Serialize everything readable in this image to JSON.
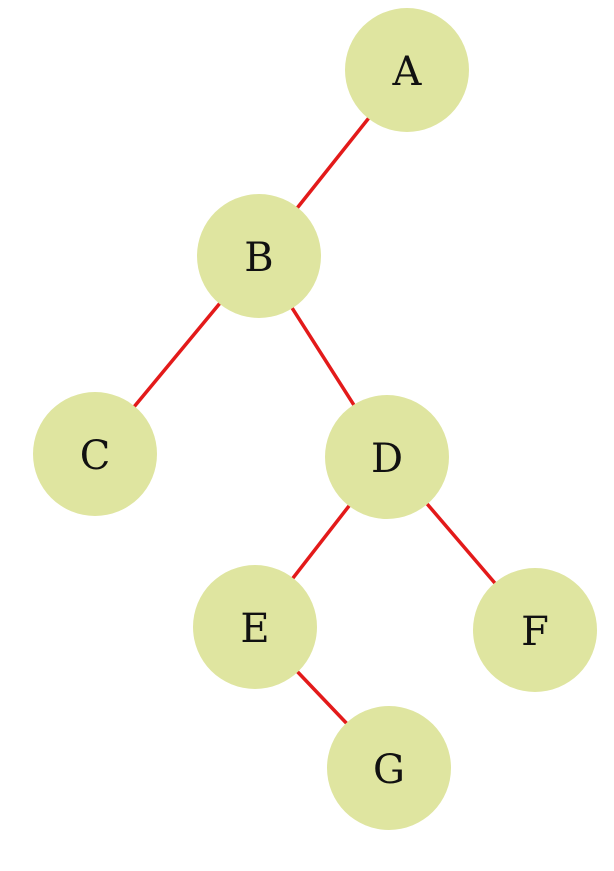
{
  "colors": {
    "node_fill": "#dfe5a0",
    "edge": "#e31a1a",
    "label": "#111111",
    "background": "#ffffff"
  },
  "tree": {
    "nodes": [
      {
        "id": "A",
        "label": "A"
      },
      {
        "id": "B",
        "label": "B"
      },
      {
        "id": "C",
        "label": "C"
      },
      {
        "id": "D",
        "label": "D"
      },
      {
        "id": "E",
        "label": "E"
      },
      {
        "id": "F",
        "label": "F"
      },
      {
        "id": "G",
        "label": "G"
      }
    ],
    "edges": [
      {
        "from": "A",
        "to": "B"
      },
      {
        "from": "B",
        "to": "C"
      },
      {
        "from": "B",
        "to": "D"
      },
      {
        "from": "D",
        "to": "E"
      },
      {
        "from": "D",
        "to": "F"
      },
      {
        "from": "E",
        "to": "G"
      }
    ]
  }
}
